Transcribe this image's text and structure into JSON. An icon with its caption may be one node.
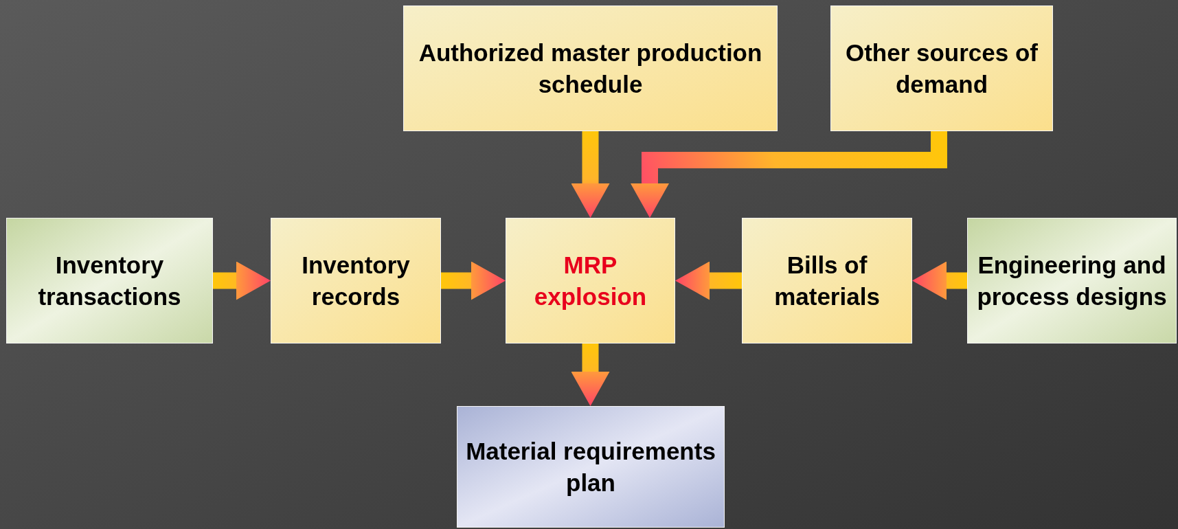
{
  "diagram": {
    "nodes": [
      {
        "text": [
          "Authorized master production schedule"
        ]
      },
      {
        "text": [
          "Other sources of demand"
        ]
      },
      {
        "text": [
          "Inventory transactions"
        ]
      },
      {
        "text": [
          "Inventory records"
        ]
      },
      {
        "text": [
          "MRP explosion"
        ]
      },
      {
        "text": [
          "Bills of materials"
        ]
      },
      {
        "text": [
          "Engineering and process designs"
        ]
      },
      {
        "text": [
          "Material requirements plan"
        ]
      }
    ],
    "edges": [
      {
        "from": 0,
        "to": 4,
        "arrow": "to"
      },
      {
        "from": 1,
        "to": 4,
        "arrow": "to"
      },
      {
        "from": 2,
        "to": 3,
        "arrow": "to"
      },
      {
        "from": 3,
        "to": 4,
        "arrow": "to"
      },
      {
        "from": 5,
        "to": 4,
        "arrow": "to"
      },
      {
        "from": 6,
        "to": 5,
        "arrow": "to"
      },
      {
        "from": 4,
        "to": 7,
        "arrow": "to"
      }
    ]
  }
}
